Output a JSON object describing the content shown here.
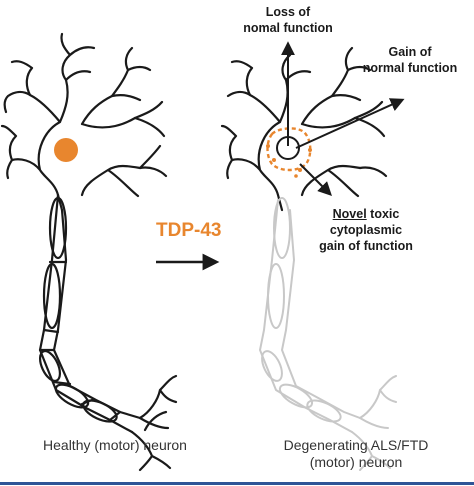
{
  "labels": {
    "loss_line1": "Loss of",
    "loss_line2": "nomal function",
    "gain_line1": "Gain of",
    "gain_line2": "normal function",
    "novel_word": "Novel",
    "novel_rest": " toxic",
    "novel_line2": "cytoplasmic",
    "novel_line3": "gain of function",
    "tdp": "TDP-43",
    "caption_left": "Healthy (motor) neuron",
    "caption_right_line1": "Degenerating ALS/FTD",
    "caption_right_line2": "(motor) neuron"
  },
  "colors": {
    "accent_orange": "#e8862e",
    "outline": "#1a1a1a",
    "faded_outline": "#c8c8c8",
    "bottom_rule": "#2f5496"
  }
}
